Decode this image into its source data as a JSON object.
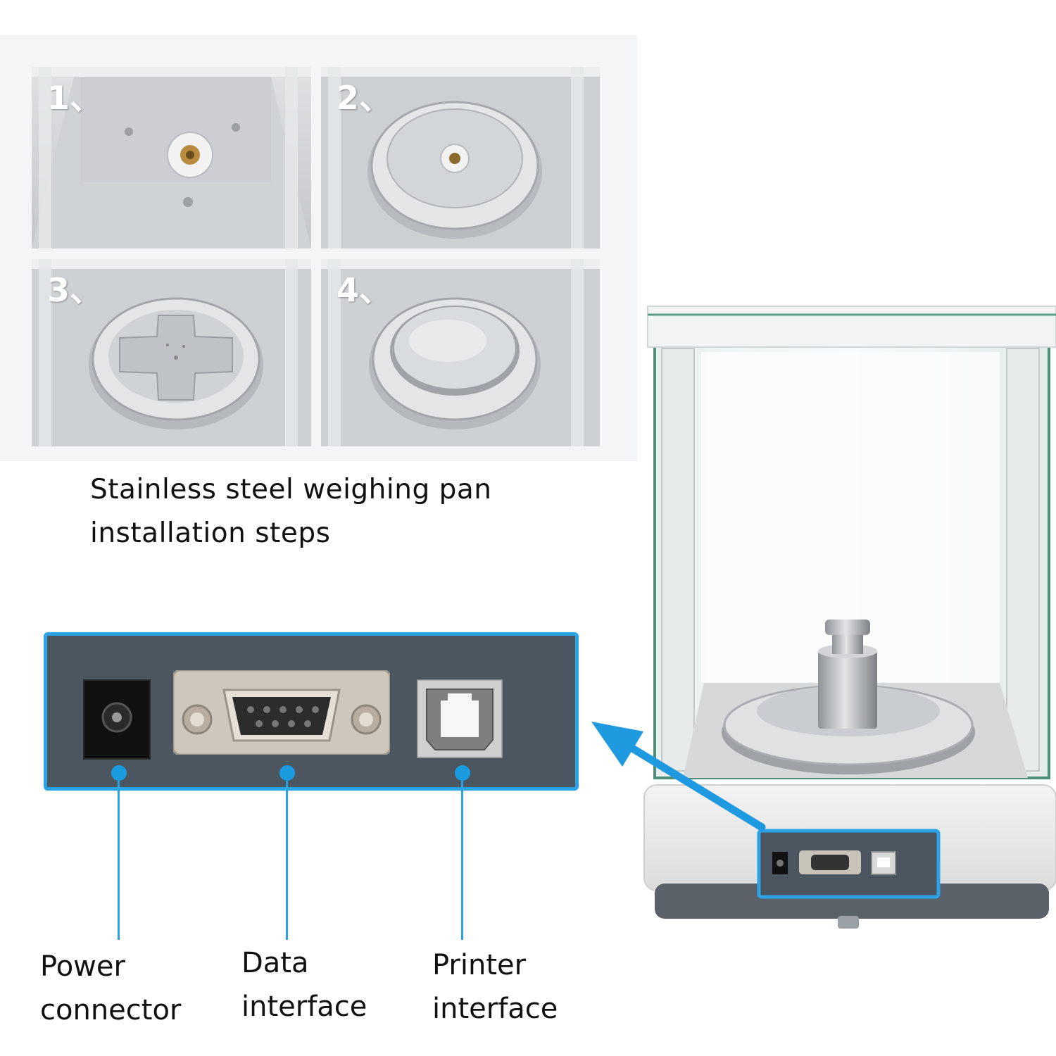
{
  "steps": {
    "items": [
      {
        "number": "1、"
      },
      {
        "number": "2、"
      },
      {
        "number": "3、"
      },
      {
        "number": "4、"
      }
    ]
  },
  "caption": {
    "line1": "Stainless steel weighing pan",
    "line2": "installation steps"
  },
  "ports": {
    "power": {
      "line1": "Power",
      "line2": "connector"
    },
    "data": {
      "line1": "Data",
      "line2": "interface"
    },
    "printer": {
      "line1": "Printer",
      "line2": "interface"
    }
  },
  "colors": {
    "accent": "#1a9be0",
    "callout_border": "#2ba3e6",
    "panel_bg": "#4b5660"
  }
}
